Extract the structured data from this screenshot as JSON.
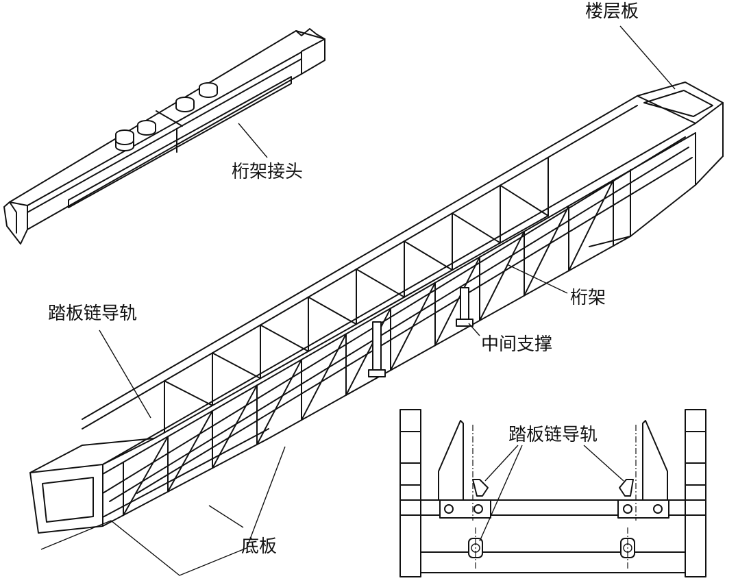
{
  "labels": {
    "floor_plate": "楼层板",
    "truss_joint": "桁架接头",
    "step_chain_guide_left": "踏板链导轨",
    "truss": "桁架",
    "middle_support": "中间支撑",
    "bottom_plate": "底板",
    "step_chain_guide_detail": "踏板链导轨"
  }
}
